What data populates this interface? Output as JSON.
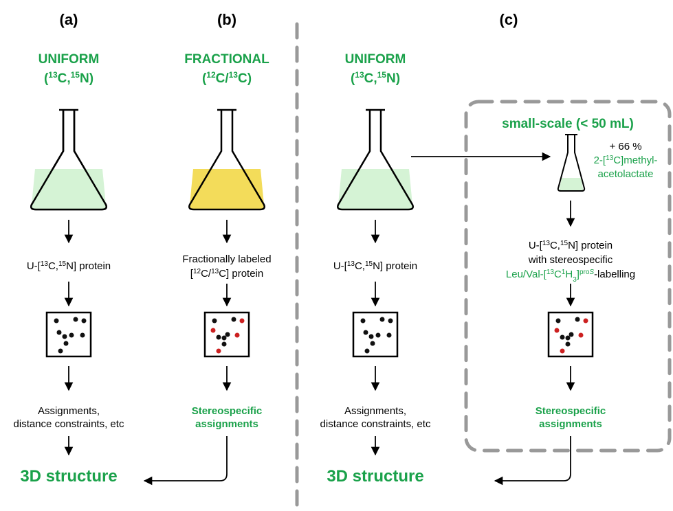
{
  "panels": {
    "a": {
      "header": "(a)",
      "label_line1": "UNIFORM",
      "label_line2_pre": "(",
      "label_sup1": "13",
      "label_mid": "C,",
      "label_sup2": "15",
      "label_post": "N)",
      "protein_pre": "U-[",
      "protein_sup1": "13",
      "protein_mid": "C,",
      "protein_sup2": "15",
      "protein_post": "N] protein",
      "result_line1": "Assignments,",
      "result_line2": "distance constraints, etc",
      "structure": "3D structure"
    },
    "b": {
      "header": "(b)",
      "label_line1": "FRACTIONAL",
      "label_line2_pre": "(",
      "label_sup1": "12",
      "label_mid": "C/",
      "label_sup2": "13",
      "label_post": "C)",
      "protein_line1": "Fractionally labeled",
      "protein_line2_pre": "[",
      "protein_sup1": "12",
      "protein_mid": "C/",
      "protein_sup2": "13",
      "protein_post": "C] protein",
      "result_line1": "Stereospecific",
      "result_line2": "assignments"
    },
    "c": {
      "header": "(c)",
      "label_line1": "UNIFORM",
      "label_line2_pre": "(",
      "label_sup1": "13",
      "label_mid": "C,",
      "label_sup2": "15",
      "label_post": "N)",
      "protein_pre": "U-[",
      "protein_sup1": "13",
      "protein_mid": "C,",
      "protein_sup2": "15",
      "protein_post": "N] protein",
      "result_line1": "Assignments,",
      "result_line2": "distance constraints, etc",
      "structure": "3D structure",
      "smallscale_title": "small-scale (< 50 mL)",
      "additive_line1": "+ 66 %",
      "additive_line2_pre": "2-[",
      "additive_sup": "13",
      "additive_line2_post": "C]methyl-",
      "additive_line3": "acetolactate",
      "ss_protein_line1_pre": "U-[",
      "ss_protein_sup1": "13",
      "ss_protein_mid": "C,",
      "ss_protein_sup2": "15",
      "ss_protein_post": "N] protein",
      "ss_protein_line2": "with stereospecific",
      "ss_label_pre": "Leu/Val-[",
      "ss_label_sup1": "13",
      "ss_label_c": "C",
      "ss_label_sup2": "1",
      "ss_label_h": "H",
      "ss_label_sub": "3",
      "ss_label_close": "]",
      "ss_label_sup3a": "pro",
      "ss_label_sup3b": "S",
      "ss_label_post": "-labelling",
      "ss_result_line1": "Stereospecific",
      "ss_result_line2": "assignments"
    }
  },
  "colors": {
    "green_text": "#1aa14a",
    "uniform_medium": "#d5f3d5",
    "fractional_medium": "#f3dc5a",
    "nmr_black_peak": "#111111",
    "nmr_red_peak": "#cc2020",
    "divider": "#999999"
  }
}
